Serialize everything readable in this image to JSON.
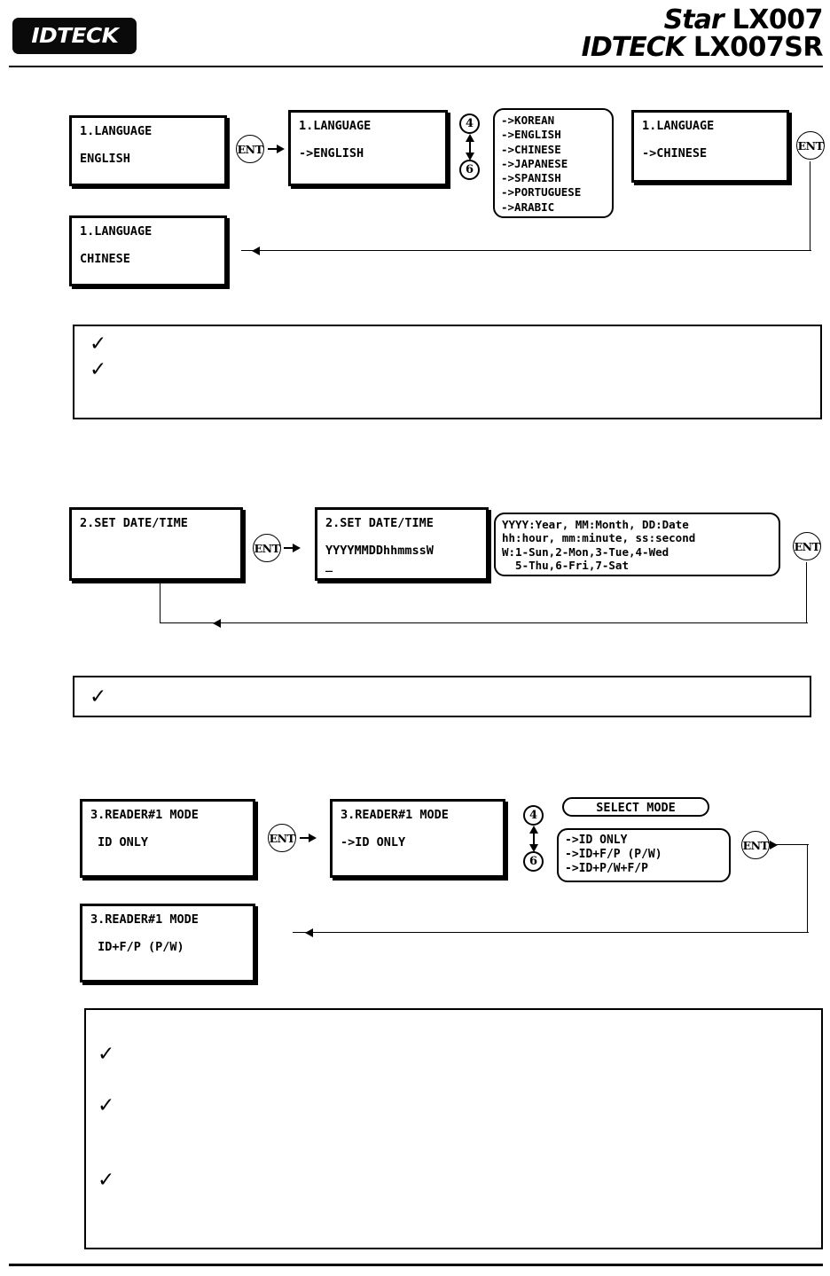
{
  "header": {
    "logo_text": "IDTECK",
    "title_line1_italic": "Star",
    "title_line1_rest": "LX007",
    "title_line2_italic": "IDTECK",
    "title_line2_rest": "LX007SR"
  },
  "keys": {
    "ent": "ENT",
    "up": "4",
    "down": "6"
  },
  "section1": {
    "screen_initial": {
      "line1": "1.LANGUAGE",
      "line2": "ENGLISH"
    },
    "screen_edit": {
      "line1": "1.LANGUAGE",
      "line2": "->ENGLISH"
    },
    "options_panel": "->KOREAN\n->ENGLISH\n->CHINESE\n->JAPANESE\n->SPANISH\n->PORTUGUESE\n->ARABIC",
    "screen_selected": {
      "line1": "1.LANGUAGE",
      "line2": "->CHINESE"
    },
    "screen_result": {
      "line1": "1.LANGUAGE",
      "line2": "CHINESE"
    },
    "notes": [
      "",
      ""
    ]
  },
  "section2": {
    "screen_initial": {
      "line1": "2.SET DATE/TIME",
      "line2": ""
    },
    "screen_edit": {
      "line1": "2.SET DATE/TIME",
      "line2": "YYYYMMDDhhmmssW",
      "line3": "_"
    },
    "legend_panel": "YYYY:Year, MM:Month, DD:Date\nhh:hour, mm:minute, ss:second\nW:1-Sun,2-Mon,3-Tue,4-Wed\n  5-Thu,6-Fri,7-Sat",
    "notes": [
      ""
    ]
  },
  "section3": {
    "screen_initial": {
      "line1": "3.READER#1 MODE",
      "line2": " ID ONLY"
    },
    "screen_edit": {
      "line1": "3.READER#1 MODE",
      "line2": "->ID ONLY"
    },
    "select_mode_label": "SELECT MODE",
    "options_panel": "->ID ONLY\n->ID+F/P (P/W)\n->ID+P/W+F/P",
    "screen_result": {
      "line1": "3.READER#1 MODE",
      "line2": " ID+F/P (P/W)"
    },
    "notes": [
      "",
      "",
      ""
    ]
  },
  "glyphs": {
    "check": "✓"
  },
  "colors": {
    "ink": "#000000",
    "paper": "#ffffff"
  }
}
